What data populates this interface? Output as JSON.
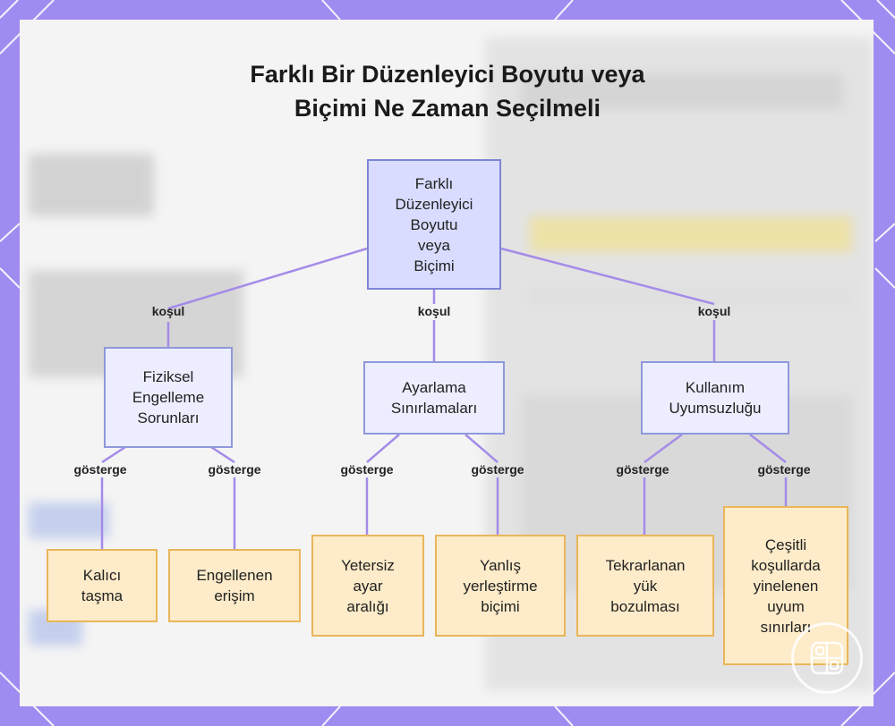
{
  "title": {
    "line1": "Farklı Bir Düzenleyici Boyutu veya",
    "line2": "Biçimi Ne Zaman Seçilmeli"
  },
  "root": {
    "lines": [
      "Farklı",
      "Düzenleyici",
      "Boyutu",
      "veya",
      "Biçimi"
    ]
  },
  "edge_labels": {
    "condition": "koşul",
    "indicator": "gösterge"
  },
  "categories": [
    {
      "lines": [
        "Fiziksel",
        "Engelleme",
        "Sorunları"
      ]
    },
    {
      "lines": [
        "Ayarlama",
        "Sınırlamaları"
      ]
    },
    {
      "lines": [
        "Kullanım",
        "Uyumsuzluğu"
      ]
    }
  ],
  "leaves": [
    {
      "lines": [
        "Kalıcı",
        "taşma"
      ]
    },
    {
      "lines": [
        "Engellenen",
        "erişim"
      ]
    },
    {
      "lines": [
        "Yetersiz",
        "ayar",
        "aralığı"
      ]
    },
    {
      "lines": [
        "Yanlış",
        "yerleştirme",
        "biçimi"
      ]
    },
    {
      "lines": [
        "Tekrarlanan",
        "yük",
        "bozulması"
      ]
    },
    {
      "lines": [
        "Çeşitli",
        "koşullarda",
        "yinelenen",
        "uyum",
        "sınırları"
      ]
    }
  ],
  "colors": {
    "frame": "#a08cf0",
    "edge": "#a58be8",
    "root_fill": "#d9dcff",
    "category_fill": "#eceeff",
    "leaf_fill": "#fdebc9",
    "leaf_border": "#e9b65a"
  },
  "icons": {
    "watermark": "logo-watermark-icon"
  }
}
